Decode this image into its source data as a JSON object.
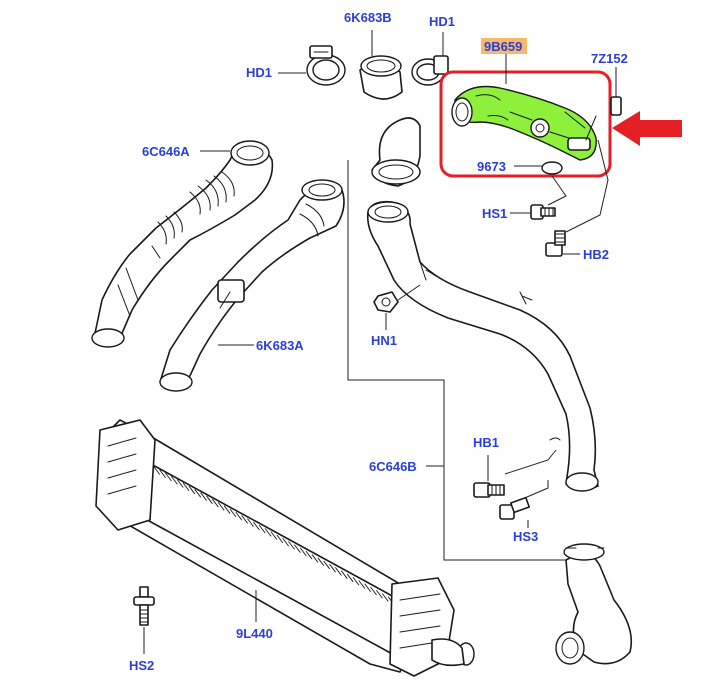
{
  "colors": {
    "label": "#2b3fd6",
    "highlight_part": "#8ef03a",
    "highlight_box": "#e41f26",
    "highlight_tag": "#f6b86a",
    "arrow": "#e41f26",
    "line": "#1a1a1a"
  },
  "labels": {
    "p_6k683b": "6K683B",
    "p_hd1_top_left": "HD1",
    "p_hd1_top_right": "HD1",
    "p_9b659": "9B659",
    "p_7z152": "7Z152",
    "p_6c646a": "6C646A",
    "p_9673": "9673",
    "p_hs1": "HS1",
    "p_hb2": "HB2",
    "p_hn1": "HN1",
    "p_6k683a": "6K683A",
    "p_hb1": "HB1",
    "p_6c646b": "6C646B",
    "p_hs3": "HS3",
    "p_9l440": "9L440",
    "p_hs2": "HS2"
  },
  "highlight": {
    "part": "9B659",
    "indicator": "arrow-left"
  }
}
